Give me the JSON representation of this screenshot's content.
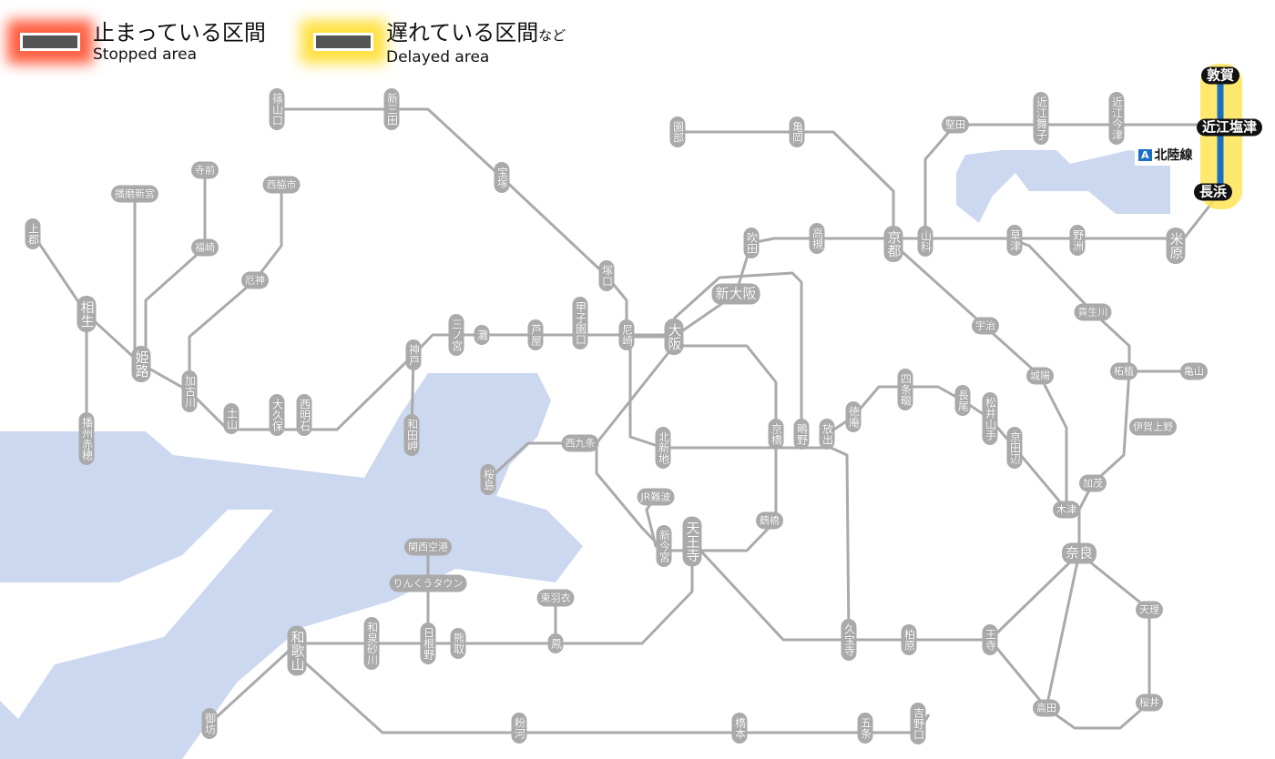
{
  "legend": {
    "stopped": {
      "ja": "止まっている区間",
      "en": "Stopped area",
      "color": "#ff2800"
    },
    "delayed": {
      "ja": "遅れている区間",
      "suffix": "など",
      "en": "Delayed area",
      "color": "#ffd700"
    }
  },
  "alert_line": {
    "badge": "A",
    "name": "北陸線",
    "color": "#1a6fc0"
  },
  "stations": [
    "篠山口",
    "新三田",
    "宝塚",
    "塚口",
    "尼崎",
    "甲子園口",
    "芦屋",
    "灘",
    "三ノ宮",
    "神戸",
    "和田岬",
    "西明石",
    "大久保",
    "土山",
    "加古川",
    "厄神",
    "西脇市",
    "寺前",
    "福崎",
    "播磨新宮",
    "姫路",
    "相生",
    "上郡",
    "播州赤穂",
    "大阪",
    "新大阪",
    "吹田",
    "高槻",
    "京都",
    "山科",
    "亀岡",
    "園部",
    "堅田",
    "近江舞子",
    "近江今津",
    "敦賀",
    "近江塩津",
    "長浜",
    "米原",
    "野洲",
    "草津",
    "宇治",
    "貴生川",
    "城陽",
    "柘植",
    "亀山",
    "伊賀上野",
    "加茂",
    "木津",
    "奈良",
    "天理",
    "桜井",
    "高田",
    "王寺",
    "柏原",
    "久宝寺",
    "放出",
    "鴫野",
    "京橋",
    "徳庵",
    "四条畷",
    "長尾",
    "松井山手",
    "京田辺",
    "北新地",
    "西九条",
    "桜島",
    "JR難波",
    "新今宮",
    "天王寺",
    "鶴橋",
    "関西空港",
    "りんくうタウン",
    "日根野",
    "熊取",
    "東羽衣",
    "鳳",
    "和泉砂川",
    "和歌山",
    "御坊",
    "粉河",
    "橋本",
    "五条",
    "吉野口"
  ]
}
